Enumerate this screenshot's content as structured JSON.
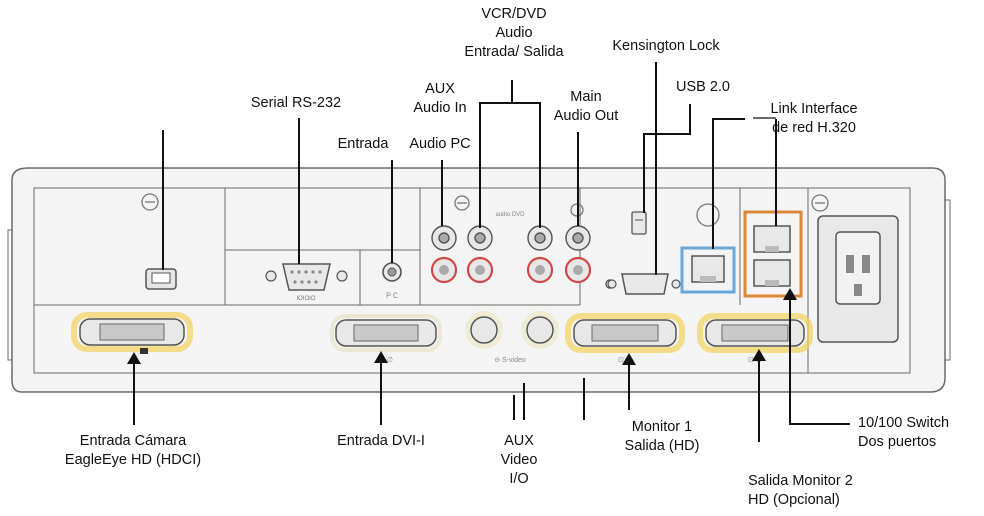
{
  "labels": {
    "vcr_dvd": [
      "VCR/DVD",
      "Audio",
      "Entrada/ Salida"
    ],
    "kensington": "Kensington Lock",
    "usb": "USB 2.0",
    "link_interface": [
      "Link Interface",
      "de red H.320"
    ],
    "serial": "Serial  RS-232",
    "aux_audio": [
      "AUX",
      "Audio In"
    ],
    "main_audio": [
      "Main",
      "Audio Out"
    ],
    "entrada": "Entrada",
    "audio_pc": "Audio PC",
    "eagleeye": [
      "Entrada Cámara",
      "EagleEye HD (HDCI)"
    ],
    "dvi_in": "Entrada DVI-I",
    "aux_video": [
      "AUX",
      "Video",
      "I/O"
    ],
    "monitor1": [
      "Monitor 1",
      "Salida (HD)"
    ],
    "switch": [
      "10/100 Switch",
      "Dos puertos"
    ],
    "monitor2": [
      "Salida Monitor 2",
      "HD (Opcional)"
    ]
  },
  "device_marks": {
    "serial_port": "IOIOIO",
    "audio_port": "ＰＣ",
    "audio_header": "audio  DVD",
    "dvi_mark": "⊡ ∅",
    "svideo_mark": "⊖ S-video"
  },
  "colors": {
    "background": "#ffffff",
    "device_fill": "#f4f4f4",
    "device_stroke": "#6a6a6a",
    "red_ring": "#d04848",
    "yellow_glow": "#f2d35a",
    "blue_box": "#6aa8d8",
    "orange_box": "#d88a3a"
  }
}
